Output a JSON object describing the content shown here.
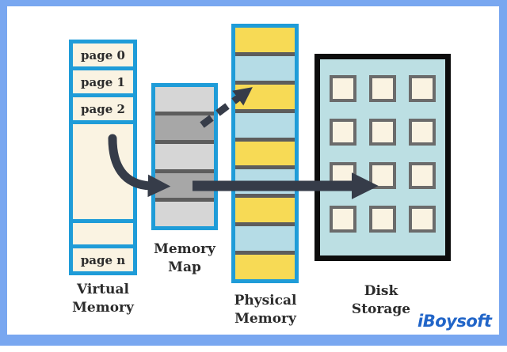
{
  "colors": {
    "frame": "#79a7f0",
    "colborder": "#1f9cd8",
    "cream": "#faf3e2",
    "yellow": "#f7da55",
    "lightblue": "#b5dce6",
    "graylight": "#d6d6d6",
    "graymed": "#a7a7a7",
    "separator": "#5d5d5d",
    "arrow": "#363c49",
    "diskfill": "#bcdfe3",
    "diskborder": "#0d0d0d",
    "sqborder": "#6b6b6b",
    "text": "#2b2b2b",
    "logoblue": "#2165c8"
  },
  "virtual_memory": {
    "label": [
      "Virtual",
      "Memory"
    ],
    "cells": [
      {
        "type": "page",
        "label": "page 0"
      },
      {
        "type": "page",
        "label": "page 1"
      },
      {
        "type": "page",
        "label": "page 2"
      },
      {
        "type": "big",
        "label": ""
      },
      {
        "type": "small",
        "label": ""
      },
      {
        "type": "page",
        "label": "page n"
      }
    ]
  },
  "memory_map": {
    "label": [
      "Memory",
      "Map"
    ],
    "rows": [
      "light",
      "medium",
      "light",
      "medium",
      "light"
    ]
  },
  "physical_memory": {
    "label": [
      "Physical",
      "Memory"
    ],
    "rows": [
      "yellow",
      "blue",
      "yellow",
      "blue",
      "yellow",
      "blue",
      "yellow",
      "blue",
      "yellow"
    ]
  },
  "disk_storage": {
    "label": [
      "Disk",
      "Storage"
    ],
    "squares": [
      "sq",
      "sq",
      "sq",
      "sq",
      "sq",
      "sq",
      "sq",
      "sq",
      "sq",
      "sq",
      "sq",
      "sq"
    ]
  },
  "logo": {
    "text": "iBoysoft"
  }
}
